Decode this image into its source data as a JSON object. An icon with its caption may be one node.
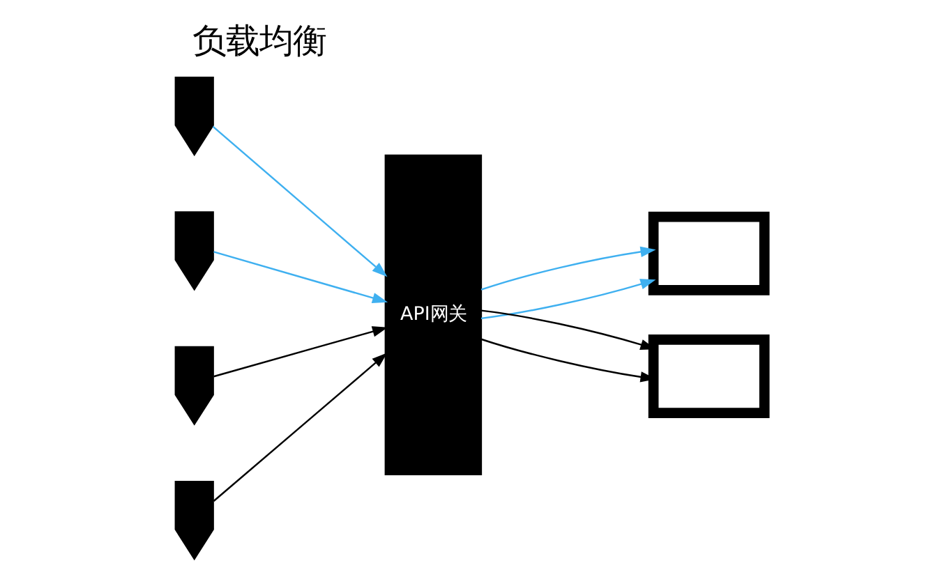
{
  "diagram": {
    "title": "负载均衡",
    "nodes": [
      {
        "text": [],
        "shape": "person"
      },
      {
        "text": [],
        "shape": "person"
      },
      {
        "text": [],
        "shape": "person"
      },
      {
        "text": [],
        "shape": "person"
      },
      {
        "text": [
          "API网关"
        ]
      },
      {
        "text": [],
        "shape": "monitor"
      },
      {
        "text": [],
        "shape": "monitor"
      }
    ],
    "edges": [
      {
        "from": 0,
        "to": 4,
        "arrow": "to",
        "color": "#3fb0f0"
      },
      {
        "from": 1,
        "to": 4,
        "arrow": "to",
        "color": "#3fb0f0"
      },
      {
        "from": 2,
        "to": 4,
        "arrow": "to",
        "color": "#000000"
      },
      {
        "from": 3,
        "to": 4,
        "arrow": "to",
        "color": "#000000"
      },
      {
        "from": 4,
        "to": 5,
        "arrow": "to",
        "color": "#3fb0f0"
      },
      {
        "from": 4,
        "to": 5,
        "arrow": "to",
        "color": "#3fb0f0"
      },
      {
        "from": 4,
        "to": 6,
        "arrow": "to",
        "color": "#000000"
      },
      {
        "from": 4,
        "to": 6,
        "arrow": "to",
        "color": "#000000"
      }
    ]
  }
}
